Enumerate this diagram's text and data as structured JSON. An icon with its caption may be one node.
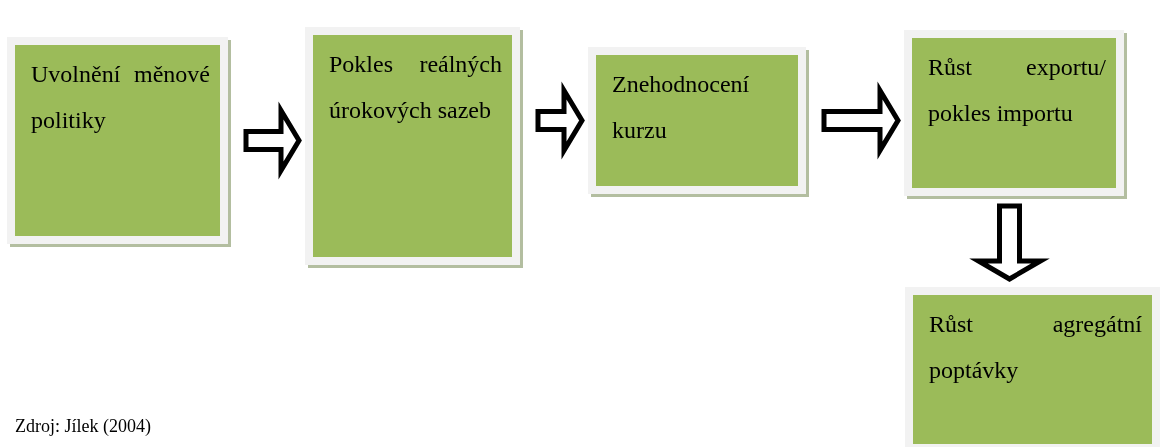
{
  "diagram": {
    "nodes": [
      {
        "text": [
          "Uvolnění měnové politiky"
        ]
      },
      {
        "text": [
          "Pokles reálných úrokových sazeb"
        ]
      },
      {
        "text": [
          "Znehodnocení kurzu"
        ]
      },
      {
        "text": [
          "Růst exportu/ pokles importu"
        ]
      },
      {
        "text": [
          "Růst agregátní poptávky"
        ]
      }
    ],
    "edges": [
      {
        "from": 0,
        "to": 1,
        "arrow": "to"
      },
      {
        "from": 1,
        "to": 2,
        "arrow": "to"
      },
      {
        "from": 2,
        "to": 3,
        "arrow": "to"
      },
      {
        "from": 3,
        "to": 4,
        "arrow": "to"
      }
    ],
    "labels": [
      "Zdroj: Jílek (2004)"
    ]
  }
}
